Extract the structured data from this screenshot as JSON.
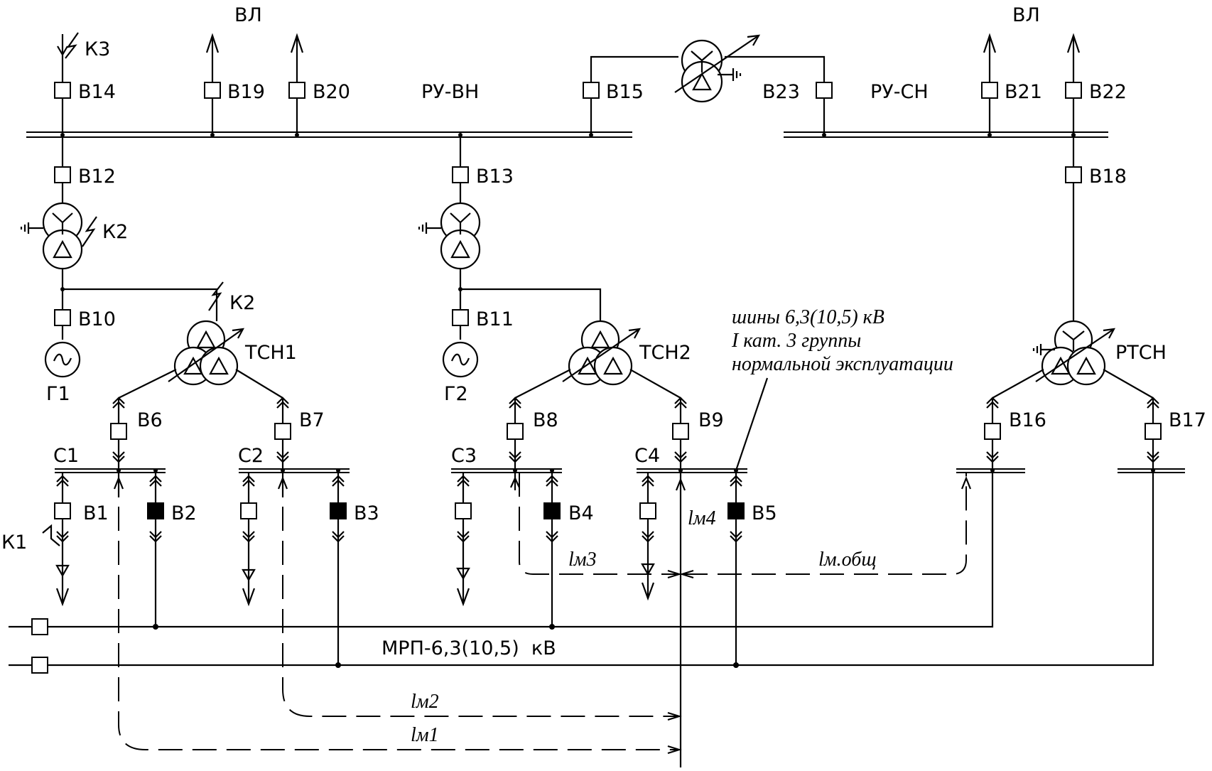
{
  "overhead_line_labels": [
    "ВЛ",
    "ВЛ"
  ],
  "busbars": {
    "hv": "РУ-ВН",
    "mv": "РУ-СН"
  },
  "switches": {
    "B14": "В14",
    "B19": "В19",
    "B20": "В20",
    "B15": "В15",
    "B23": "В23",
    "B21": "В21",
    "B22": "В22",
    "B12": "В12",
    "B13": "В13",
    "B18": "В18",
    "B10": "В10",
    "B11": "В11",
    "B6": "В6",
    "B7": "В7",
    "B8": "В8",
    "B9": "В9",
    "B16": "В16",
    "B17": "В17",
    "B1": "В1",
    "B2": "В2",
    "B3": "В3",
    "B4": "В4",
    "B5": "В5"
  },
  "faults": {
    "k3": "К3",
    "k2": "К2",
    "k1": "К1"
  },
  "generators": {
    "g1": "Г1",
    "g2": "Г2"
  },
  "transformers": {
    "tsn1": "ТСН1",
    "tsn2": "ТСН2",
    "rtsn": "РТСН"
  },
  "sections": {
    "c1": "С1",
    "c2": "С2",
    "c3": "С3",
    "c4": "С4"
  },
  "annotation": {
    "line1": "шины 6,3(10,5) кВ",
    "line2": "I кат. 3 группы",
    "line3": "нормальной эксплуатации"
  },
  "reserve_bus": "МРП-6,3(10,5)  кВ",
  "distances": {
    "lm1": "lм1",
    "lm2": "lм2",
    "lm3": "lм3",
    "lm4": "lм4",
    "lmobsh": "lм.общ"
  }
}
